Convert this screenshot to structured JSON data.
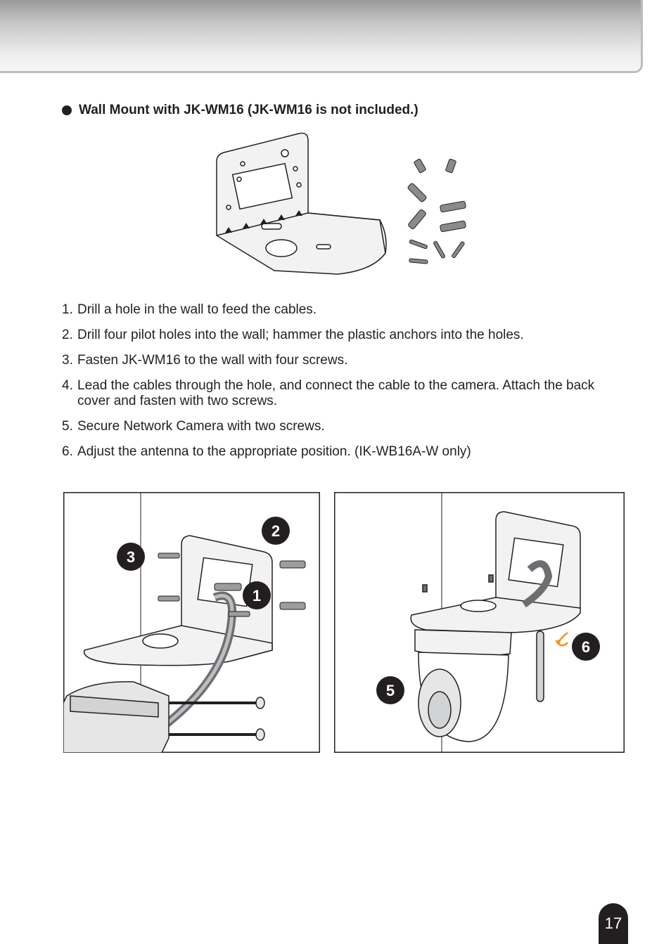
{
  "section": {
    "title": "Wall Mount with JK-WM16 (JK-WM16 is not included.)"
  },
  "steps": [
    {
      "num": "1.",
      "text": "Drill a hole in the wall to feed the cables."
    },
    {
      "num": "2.",
      "text": "Drill four pilot holes into the wall; hammer the plastic anchors into the holes."
    },
    {
      "num": "3.",
      "text": "Fasten JK-WM16 to the wall with four screws."
    },
    {
      "num": "4.",
      "text": "Lead the cables through the hole, and connect the cable to the camera. Attach the back cover and fasten with two screws."
    },
    {
      "num": "5.",
      "text": "Secure Network Camera with two screws."
    },
    {
      "num": "6.",
      "text": "Adjust the antenna to the appropriate position. (IK-WB16A-W only)"
    }
  ],
  "callouts": {
    "left": [
      "3",
      "2",
      "1"
    ],
    "right": [
      "6",
      "5"
    ]
  },
  "page": {
    "number": "17"
  },
  "colors": {
    "text": "#231f20",
    "accent_arrow": "#f7941d"
  }
}
